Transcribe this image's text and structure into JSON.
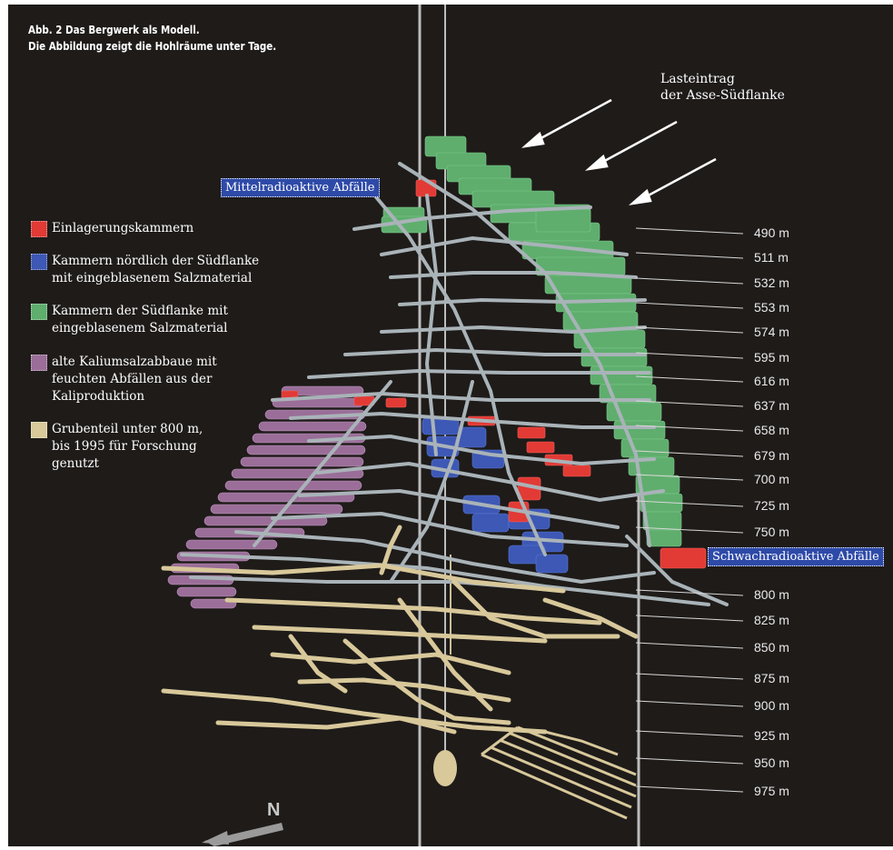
{
  "caption": {
    "line1": "Abb. 2 Das Bergwerk als Modell.",
    "line2": "Die Abbildung zeigt die Hohlräume unter Tage."
  },
  "load_label": {
    "line1": "Lasteintrag",
    "line2": "der Asse-Südflanke"
  },
  "legend": [
    {
      "text": "Einlagerungskammern",
      "color": "#e23a35"
    },
    {
      "text": "Kammern nördlich der Südflanke\nmit eingeblasenem Salzmaterial",
      "color": "#3d58b5"
    },
    {
      "text": "Kammern der Südflanke mit\neingeblasenem Salzmaterial",
      "color": "#5fae6e"
    },
    {
      "text": "alte Kaliumsalzabbaue mit\nfeuchten Abfällen aus der\nKaliproduktion",
      "color": "#9a6e98"
    },
    {
      "text": "Grubenteil unter 800 m,\nbis 1995 für Forschung\ngenutzt",
      "color": "#d8c89a"
    }
  ],
  "labels": {
    "mittel": "Mittelradioaktive Abfälle",
    "schwach": "Schwachradioaktive Abfälle"
  },
  "depths": [
    "490 m",
    "511 m",
    "532 m",
    "553 m",
    "574 m",
    "595 m",
    "616 m",
    "637 m",
    "658 m",
    "679 m",
    "700 m",
    "725 m",
    "750 m",
    "800 m",
    "825 m",
    "850 m",
    "875 m",
    "900 m",
    "925 m",
    "950 m",
    "975 m"
  ],
  "north": "N",
  "colors": {
    "background": "#1e1b19",
    "green": "#5fae6e",
    "blue": "#3d58b5",
    "red": "#e23a35",
    "purple": "#9a6e98",
    "tan": "#d8c89a",
    "grey": "#a9b3b8"
  }
}
